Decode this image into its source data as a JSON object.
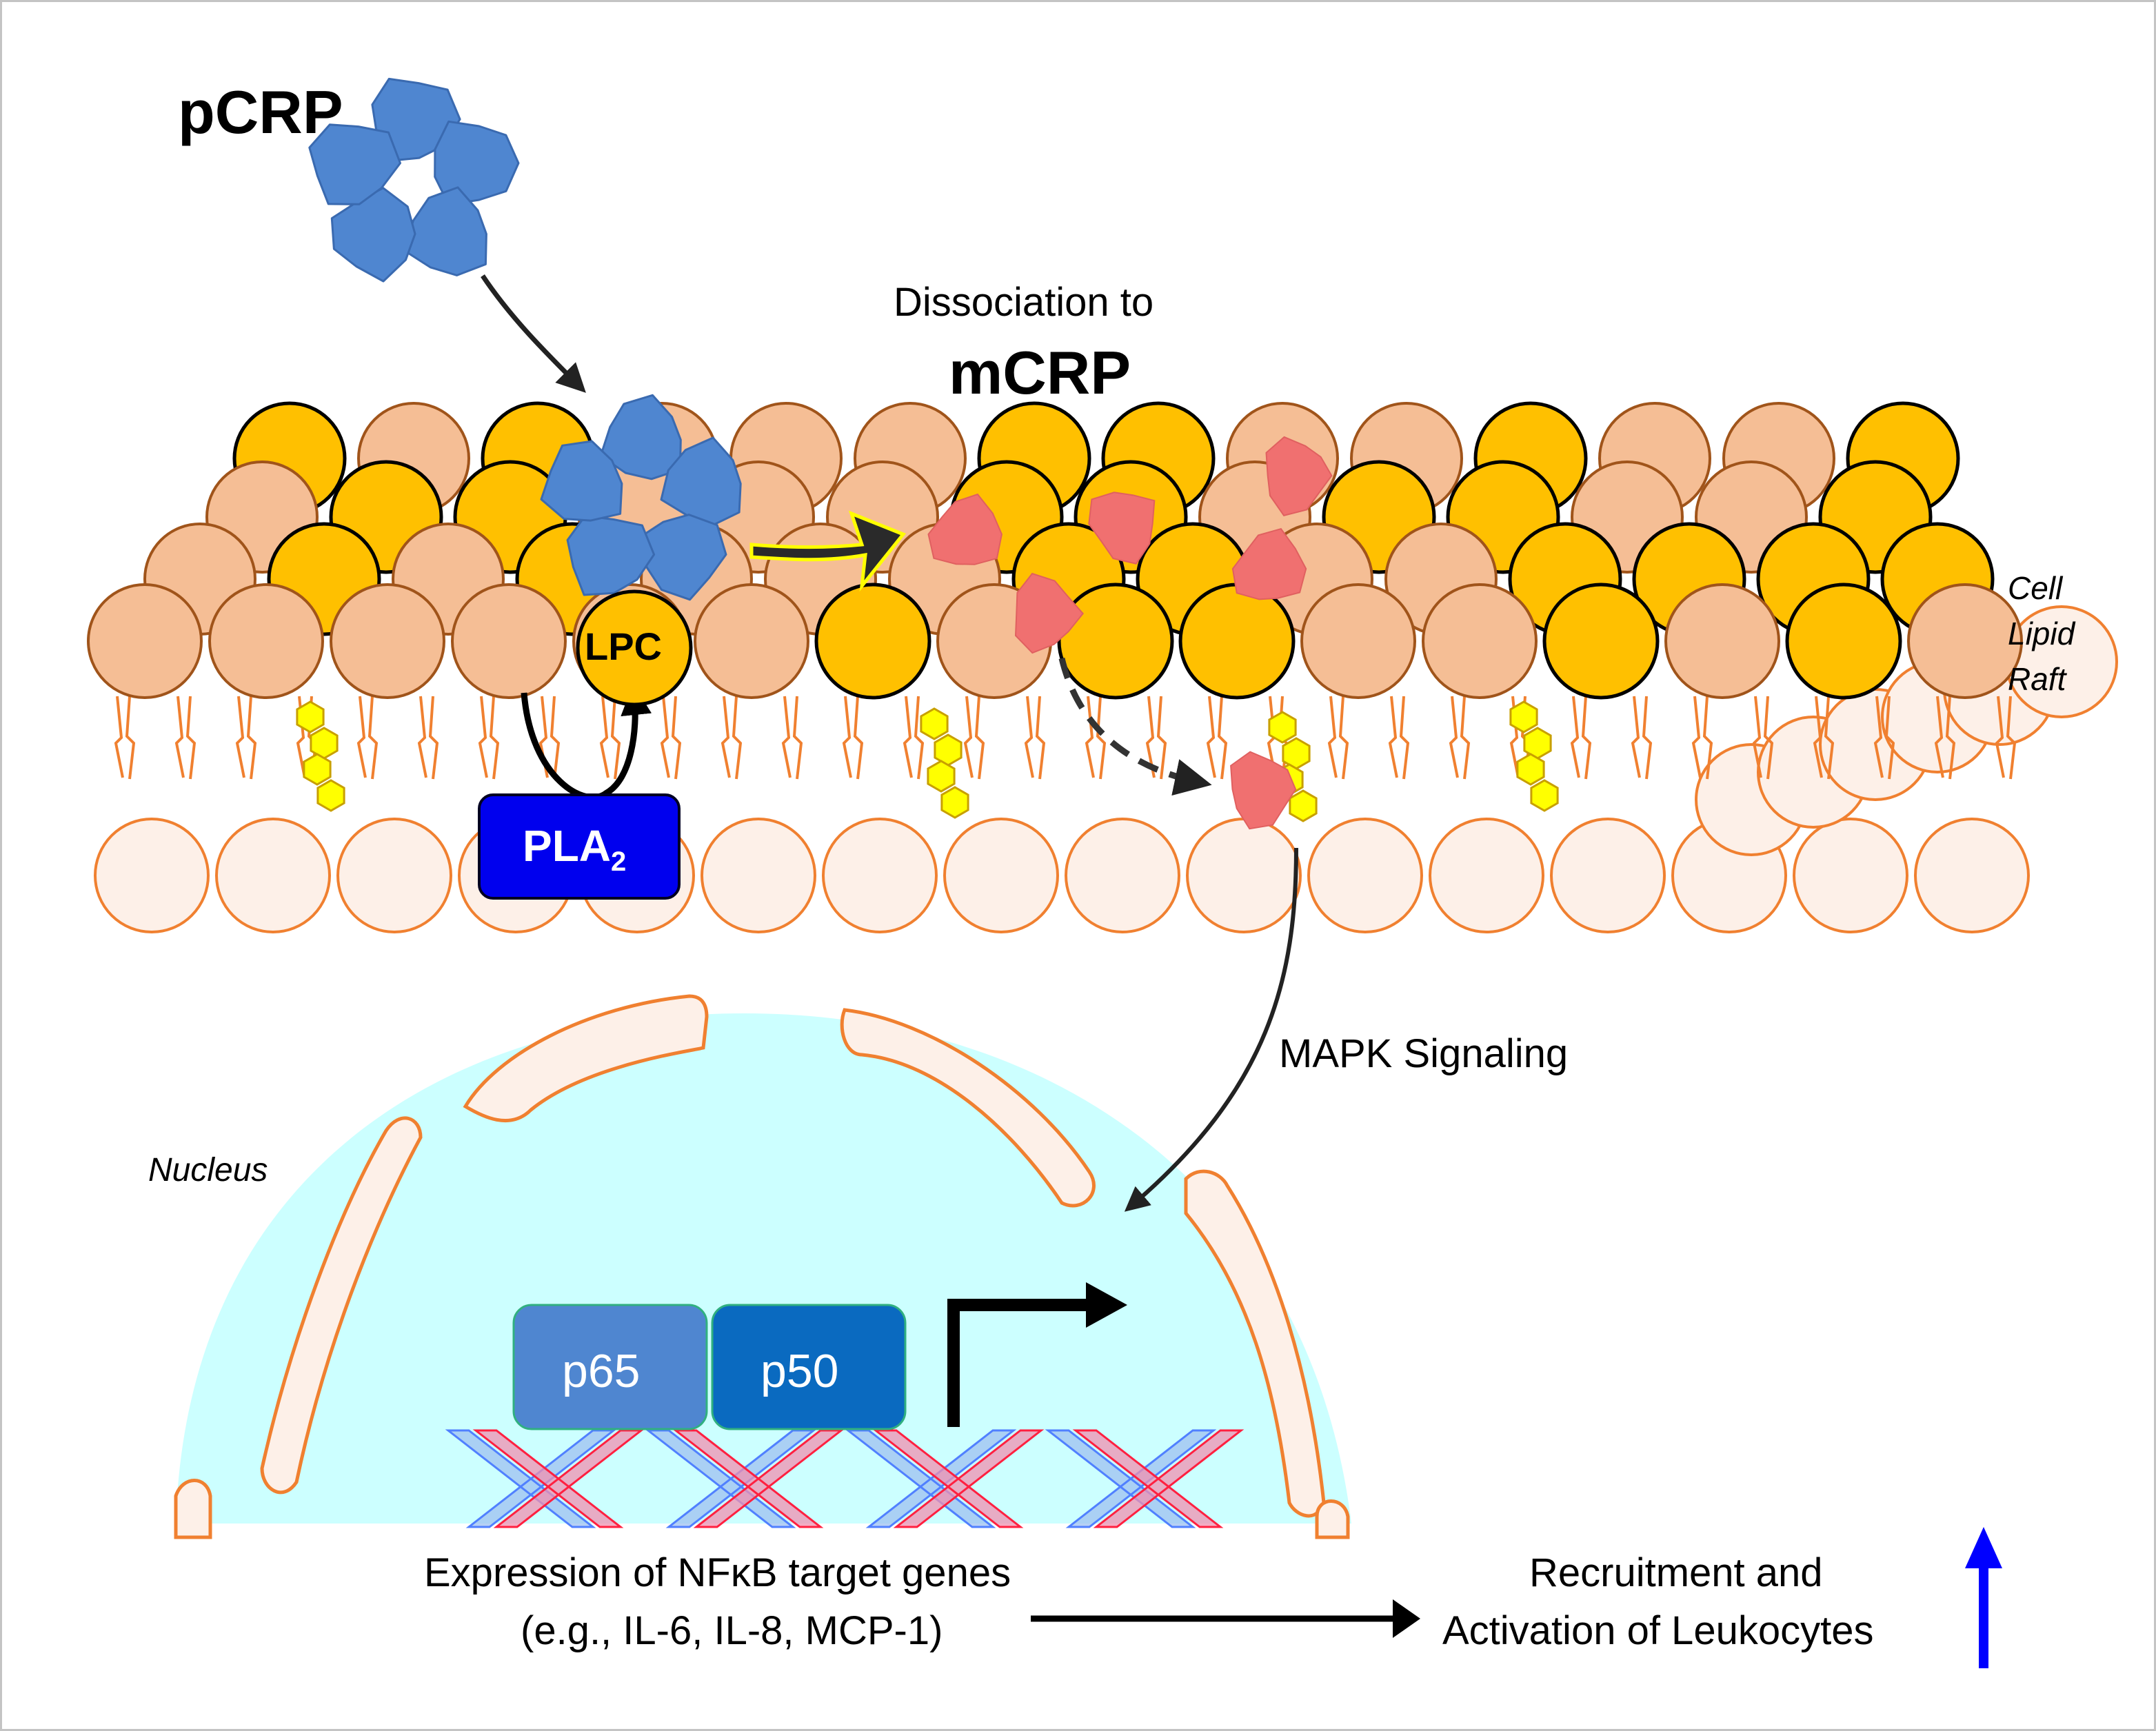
{
  "figure": {
    "title": "mCRP membrane dissociation and NF-kB signaling pathway",
    "labels": {
      "pcrp": "pCRP",
      "dissociation": "Dissociation to",
      "mcrp": "mCRP",
      "lpc": "LPC",
      "pla2_main": "PLA",
      "pla2_sub": "2",
      "cell_lipid_raft": [
        "Cell",
        "Lipid",
        "Raft"
      ],
      "mapk": "MAPK Signaling",
      "nucleus": "Nucleus",
      "p65": "p65",
      "p50": "p50",
      "expression_line1": "Expression of NFκB target genes",
      "expression_line2": "(e.g., IL-6, IL-8, MCP-1)",
      "outcome_line1": "Recruitment and",
      "outcome_line2": "Activation of Leukocytes"
    },
    "icons": {
      "pentamer": "pCRP-pentamer-icon",
      "monomer": "mCRP-monomer-icon",
      "cholesterol": "cholesterol-hexagon-icon",
      "dna": "dna-helix-icon",
      "transcription_start": "transcription-start-arrow-icon",
      "increase": "up-arrow-icon"
    },
    "colors": {
      "pcrp_blue": "#4F86D0",
      "mcrp_pink": "#F07070",
      "phospholipid_head": "#F5BE95",
      "lpc_head": "#FFC000",
      "pla2_blue": "#0000EE",
      "nucleus_fill": "#CCFFFF",
      "p65_fill": "#4F86D0",
      "p50_fill": "#0A6AC0",
      "increase_arrow": "#0000FF"
    }
  }
}
